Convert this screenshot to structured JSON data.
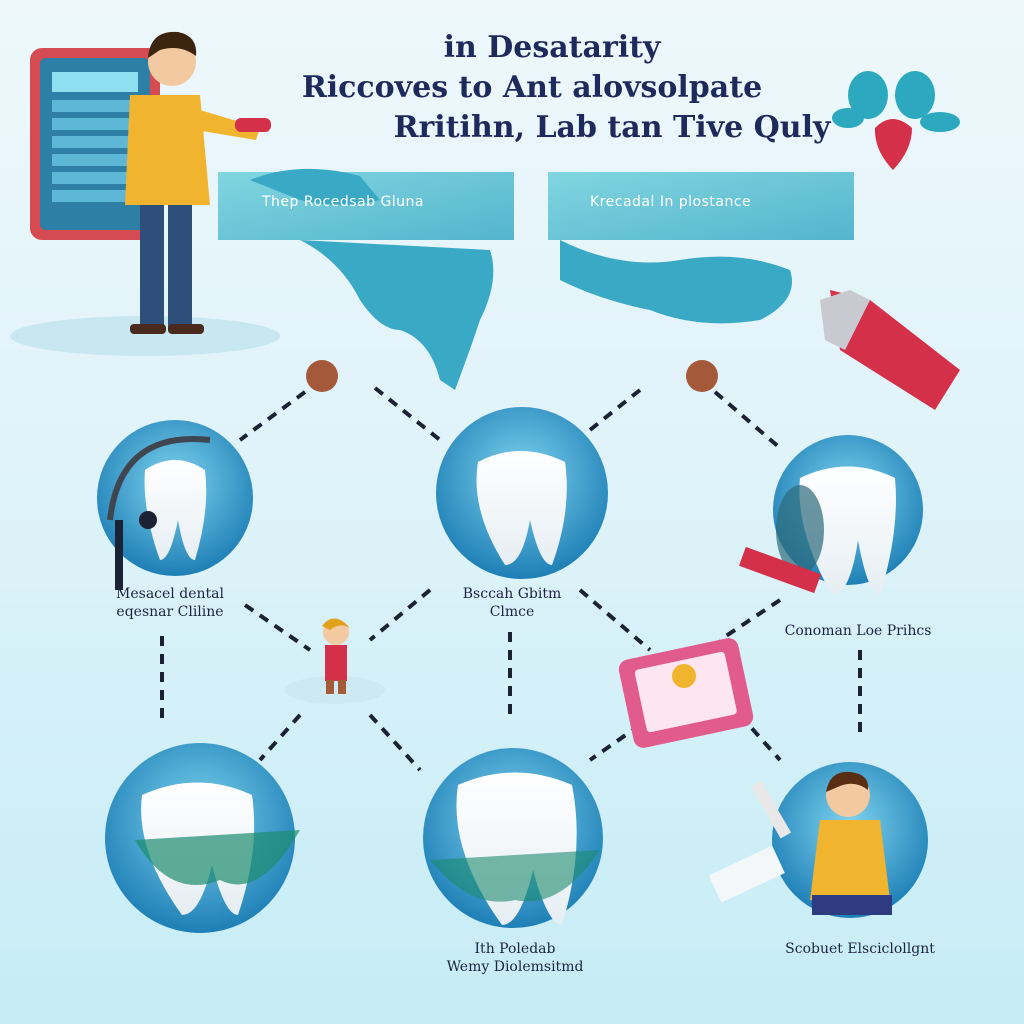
{
  "header": {
    "line1": "in Desatarity",
    "line2": "Riccoves to Ant alovsolpate",
    "line3": "Rritihn, Lab tan Tive Quly"
  },
  "banners": {
    "left": "Thep Rocedsab Gluna",
    "right": "Krecadal In plostance"
  },
  "nodes": [
    {
      "id": "top-left",
      "caption_line1": "Mesacel dental",
      "caption_line2": "eqesnar Cliline"
    },
    {
      "id": "top-center",
      "caption_line1": "Bsccah Gbitm",
      "caption_line2": "Clmce"
    },
    {
      "id": "top-right",
      "caption_line1": "Conoman Loe Prihcs",
      "caption_line2": ""
    },
    {
      "id": "bottom-left",
      "caption_line1": "",
      "caption_line2": ""
    },
    {
      "id": "bottom-center",
      "caption_line1": "Ith Poledab",
      "caption_line2": "Wemy Diolemsitmd"
    },
    {
      "id": "bottom-right",
      "caption_line1": "Scobuet Elsciclollgnt",
      "caption_line2": ""
    }
  ],
  "colors": {
    "title": "#1f2a5c",
    "circle": "#1e8fc3",
    "tooth": "#ffffff",
    "connector": "#1a2234",
    "map": "#59c6d6",
    "shirt": "#f1b42f",
    "accent_red": "#d4304a"
  }
}
